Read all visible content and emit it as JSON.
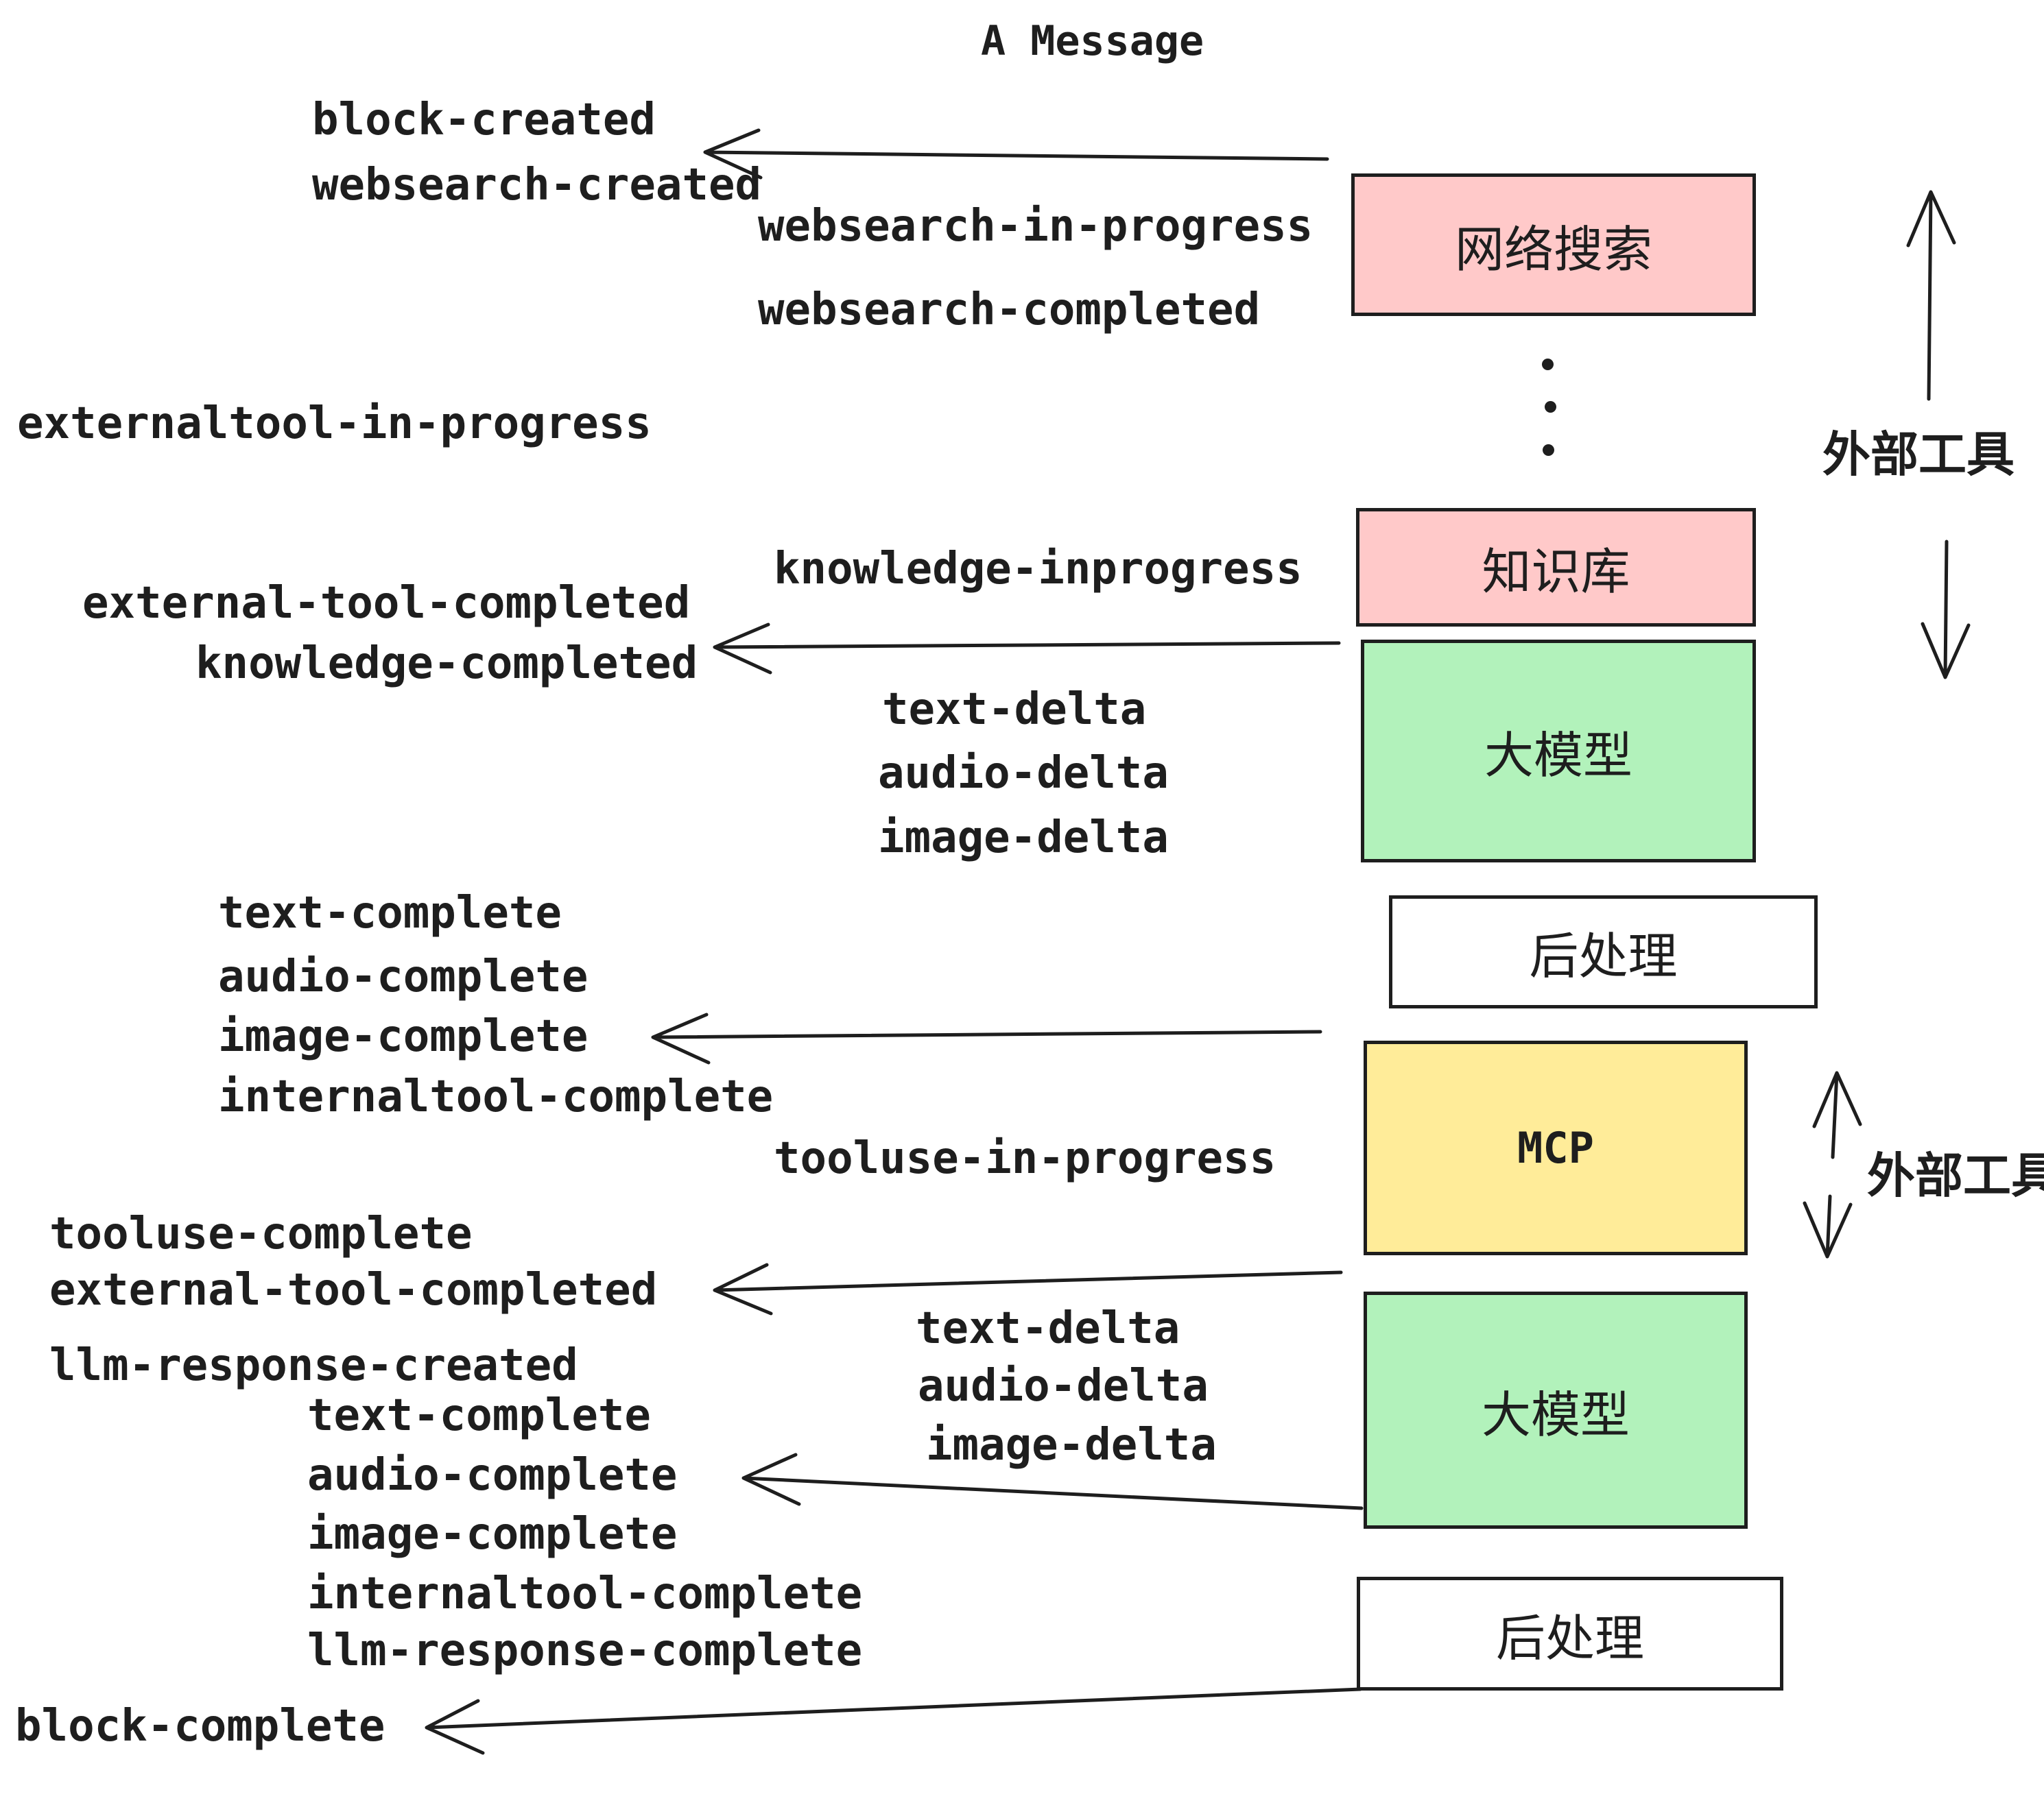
{
  "title": "A Message",
  "colors": {
    "pink": "#ffc9c9",
    "green": "#b2f2bb",
    "yellow": "#ffec99",
    "white": "#ffffff",
    "stroke": "#1e1e1e"
  },
  "boxes": {
    "websearch": "网络搜索",
    "knowledge": "知识库",
    "llm1": "大模型",
    "post1": "后处理",
    "mcp": "MCP",
    "llm2": "大模型",
    "post2": "后处理"
  },
  "side_labels": {
    "external_tools_top": "外部工具",
    "external_tools_mid": "外部工具"
  },
  "events": {
    "block_created": "block-created",
    "websearch_created": "websearch-created",
    "websearch_in_progress": "websearch-in-progress",
    "websearch_completed": "websearch-completed",
    "externaltool_in_progress": "externaltool-in-progress",
    "knowledge_inprogress": "knowledge-inprogress",
    "external_tool_completed": "external-tool-completed",
    "knowledge_completed": "knowledge-completed",
    "text_delta_1": "text-delta",
    "audio_delta_1": "audio-delta",
    "image_delta_1": "image-delta",
    "text_complete_1": "text-complete",
    "audio_complete_1": "audio-complete",
    "image_complete_1": "image-complete",
    "internaltool_complete_1": "internaltool-complete",
    "tooluse_in_progress": "tooluse-in-progress",
    "tooluse_complete": "tooluse-complete",
    "external_tool_completed_2": "external-tool-completed",
    "llm_response_created": "llm-response-created",
    "text_complete_2": "text-complete",
    "audio_complete_2": "audio-complete",
    "image_complete_2": "image-complete",
    "internaltool_complete_2": "internaltool-complete",
    "llm_response_complete": "llm-response-complete",
    "block_complete": "block-complete",
    "text_delta_2": "text-delta",
    "audio_delta_2": "audio-delta",
    "image_delta_2": "image-delta"
  }
}
